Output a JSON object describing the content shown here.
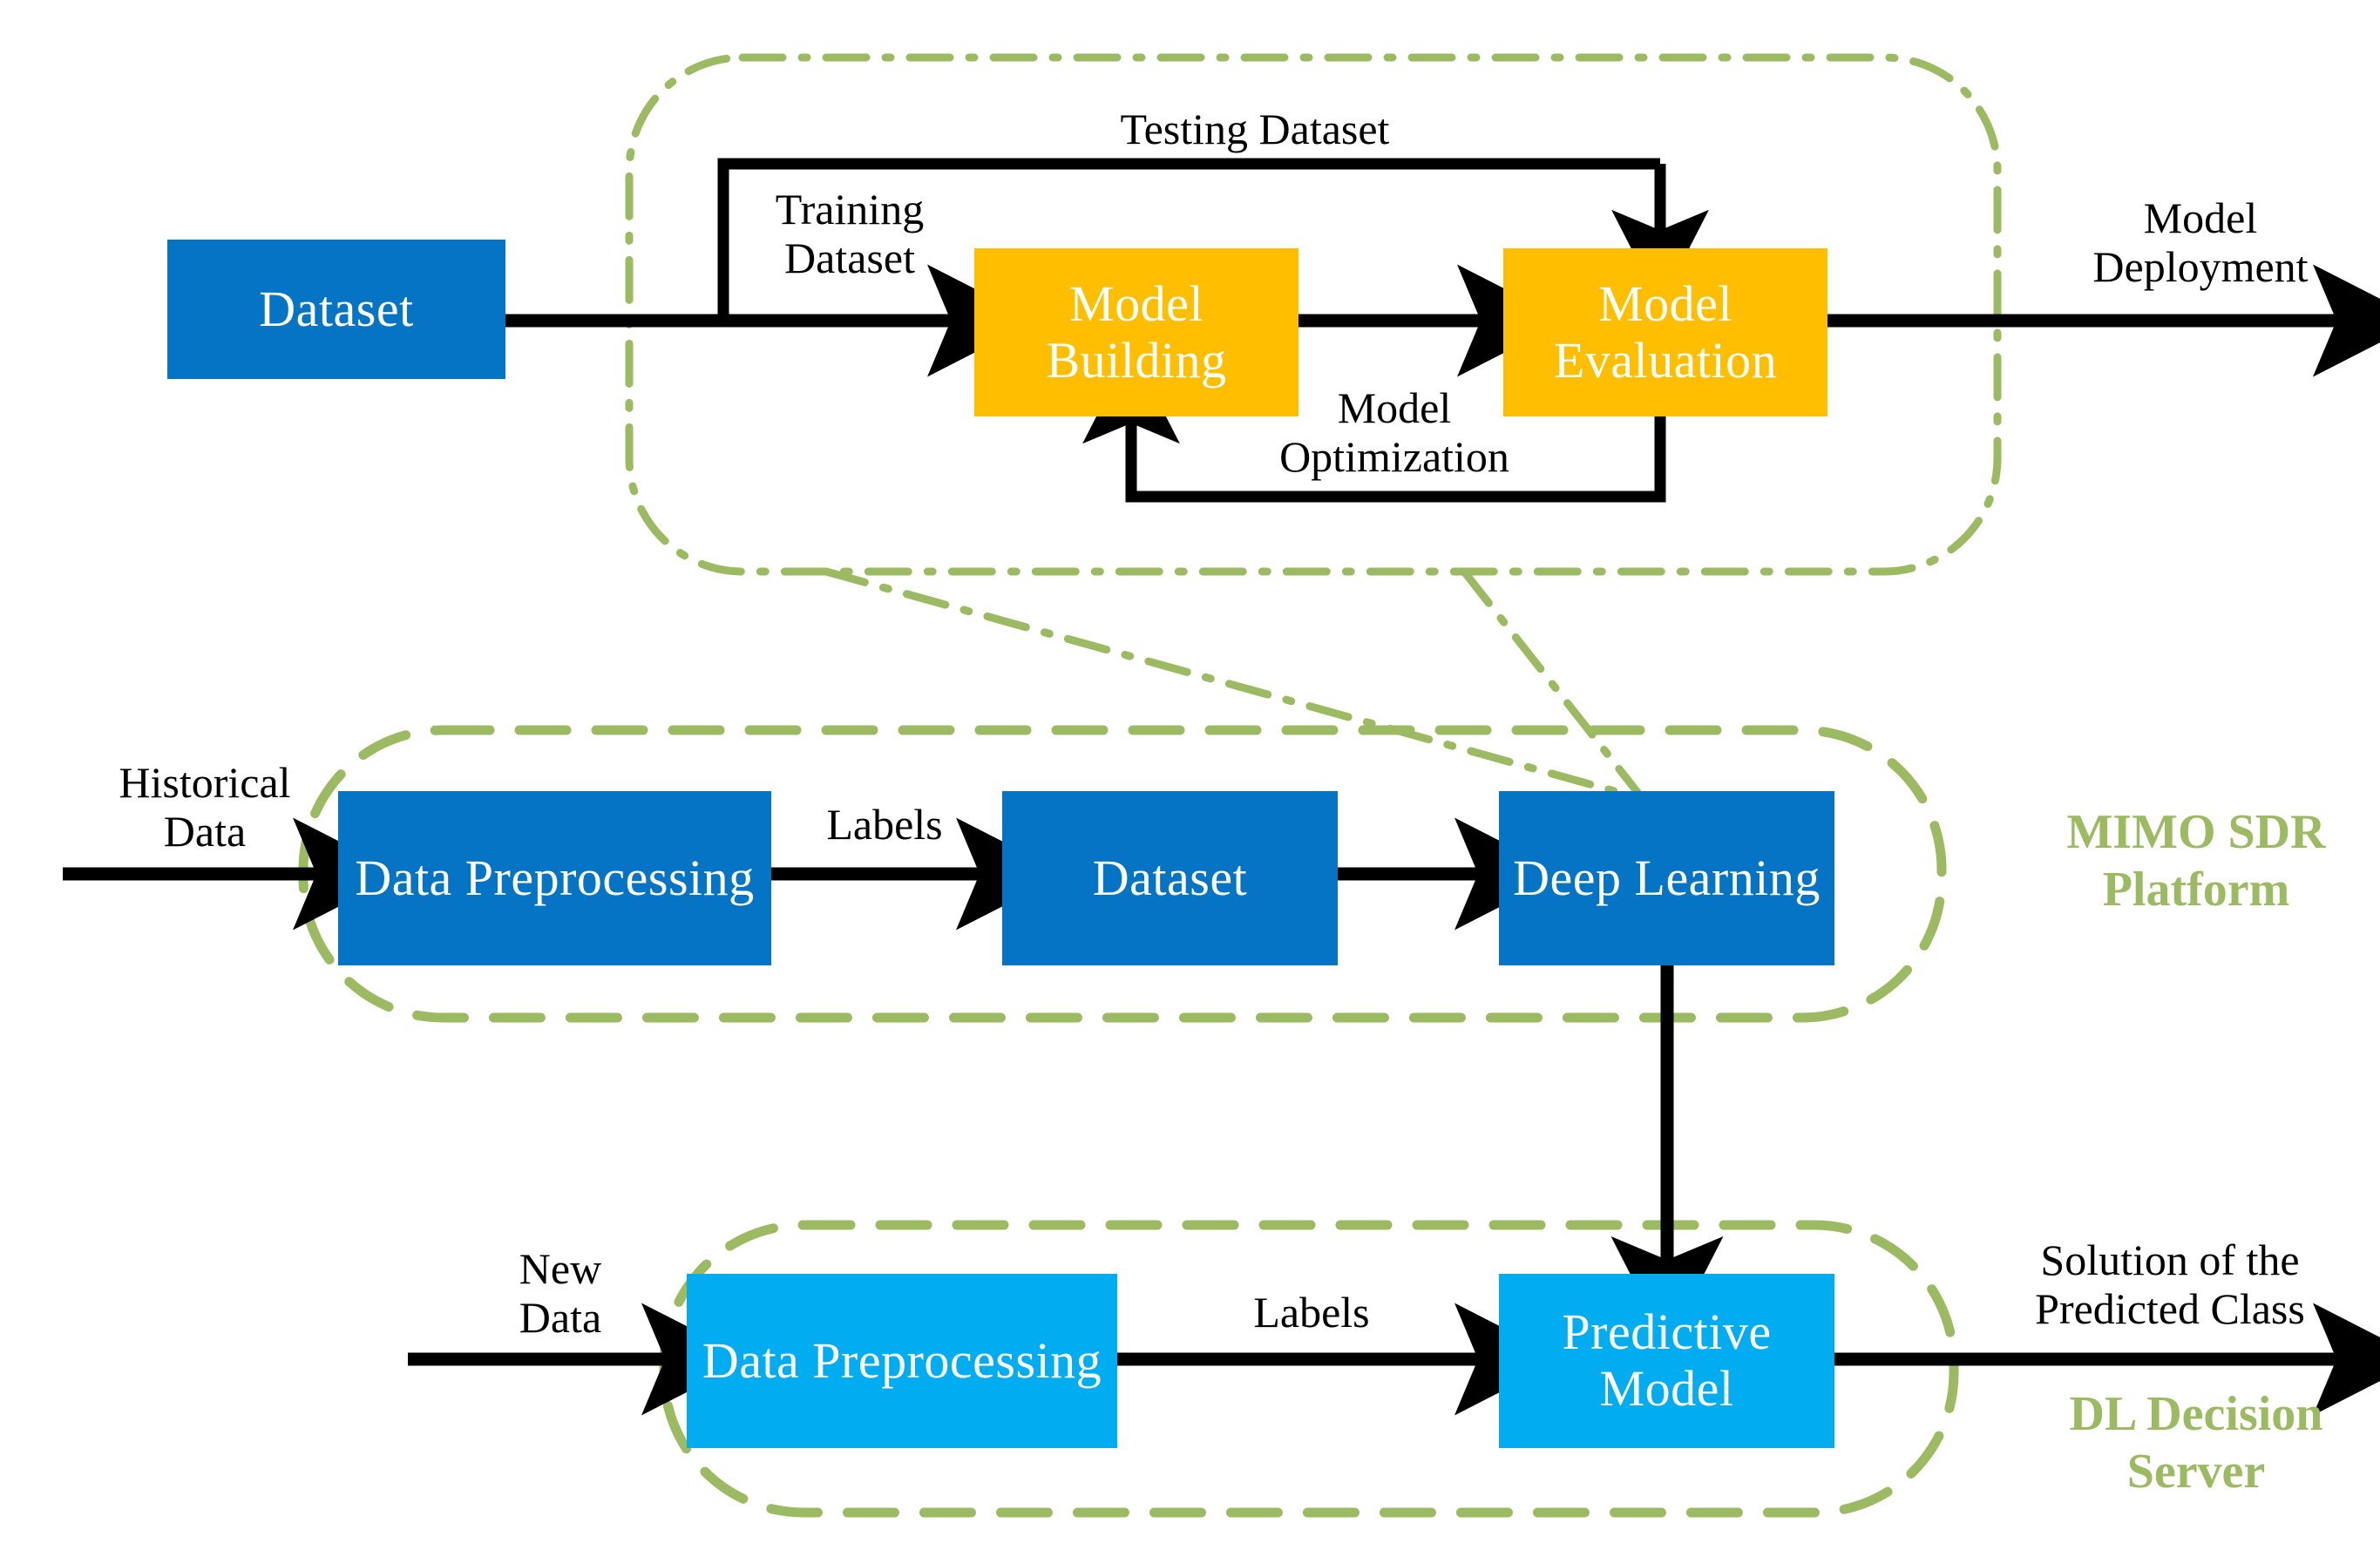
{
  "diagram": {
    "title": "Deep Learning Workflow across MIMO SDR Platform and DL Decision Server",
    "colors": {
      "dark_blue": "#0674C4",
      "light_blue": "#02ACF0",
      "amber": "#FFBF00",
      "green": "#9CBA62",
      "black": "#000000",
      "white": "#FFFFFF"
    },
    "nodes": [
      {
        "id": "dataset_top",
        "label": "Dataset",
        "fill": "#0674C4",
        "row": "top"
      },
      {
        "id": "model_building",
        "label": "Model\nBuilding",
        "fill": "#FFBF00",
        "row": "top"
      },
      {
        "id": "model_evaluation",
        "label": "Model\nEvaluation",
        "fill": "#FFBF00",
        "row": "top"
      },
      {
        "id": "data_preproc_mid",
        "label": "Data\nPreprocessing",
        "fill": "#0674C4",
        "row": "middle"
      },
      {
        "id": "dataset_mid",
        "label": "Dataset",
        "fill": "#0674C4",
        "row": "middle"
      },
      {
        "id": "deep_learning",
        "label": "Deep\nLearning",
        "fill": "#0674C4",
        "row": "middle"
      },
      {
        "id": "data_preproc_bot",
        "label": "Data\nPreprocessing",
        "fill": "#02ACF0",
        "row": "bottom"
      },
      {
        "id": "predictive_model",
        "label": "Predictive\nModel",
        "fill": "#02ACF0",
        "row": "bottom"
      }
    ],
    "edge_labels": [
      {
        "id": "testing_dataset",
        "text": "Testing Dataset"
      },
      {
        "id": "training_dataset",
        "text": "Training\nDataset"
      },
      {
        "id": "model_optimization",
        "text": "Model\nOptimization"
      },
      {
        "id": "model_deployment",
        "text": "Model\nDeployment"
      },
      {
        "id": "historical_data",
        "text": "Historical\nData"
      },
      {
        "id": "labels_mid",
        "text": "Labels"
      },
      {
        "id": "new_data",
        "text": "New\nData"
      },
      {
        "id": "labels_bot",
        "text": "Labels"
      },
      {
        "id": "solution_predicted_class",
        "text": "Solution of the\nPredicted Class"
      }
    ],
    "group_labels": [
      {
        "id": "mimo_sdr_platform",
        "text": "MIMO SDR\nPlatform",
        "color": "#9CBA62"
      },
      {
        "id": "dl_decision_server",
        "text": "DL Decision\nServer",
        "color": "#9CBA62"
      }
    ],
    "groups": [
      {
        "id": "model_lifecycle_group",
        "style": "dash-dot",
        "color": "#9CBA62"
      },
      {
        "id": "mimo_sdr_group",
        "style": "dashed",
        "color": "#9CBA62"
      },
      {
        "id": "dl_server_group",
        "style": "dashed",
        "color": "#9CBA62"
      }
    ]
  }
}
